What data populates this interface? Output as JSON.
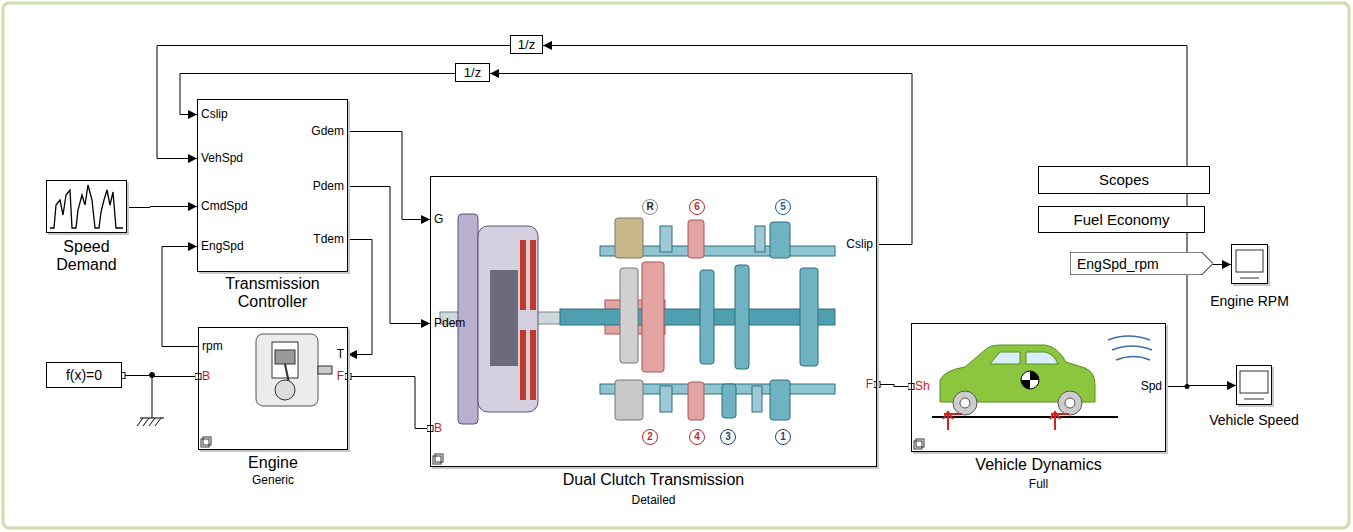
{
  "diagram": {
    "nodes": [
      {
        "text": [
          "1/z"
        ]
      },
      {
        "text": [
          "1/z"
        ]
      },
      {
        "text": [
          "Cslip",
          "VehSpd",
          "CmdSpd",
          "EngSpd",
          "Gdem",
          "Pdem",
          "Tdem",
          "Transmission Controller"
        ]
      },
      {
        "text": [
          "Speed Demand"
        ]
      },
      {
        "text": [
          "G",
          "Pdem",
          "B",
          "Cslip",
          "F",
          "Dual Clutch Transmission",
          "Detailed"
        ]
      },
      {
        "text": [
          "Scopes"
        ]
      },
      {
        "text": [
          "Fuel Economy"
        ]
      },
      {
        "text": [
          "EngSpd_rpm"
        ]
      },
      {
        "text": [
          "Engine RPM"
        ]
      },
      {
        "text": [
          "rpm",
          "T",
          "B",
          "F",
          "Engine",
          "Generic"
        ]
      },
      {
        "text": [
          "f(x)=0"
        ]
      },
      {
        "text": [
          "Sh",
          "Spd",
          "Vehicle Dynamics",
          "Full"
        ]
      },
      {
        "text": [
          "Vehicle Speed"
        ]
      }
    ],
    "edges": [
      {
        "from": 3,
        "to": 2,
        "arrow": "to"
      },
      {
        "from": 2,
        "to": 4,
        "arrow": "to"
      },
      {
        "from": 2,
        "to": 4,
        "arrow": "to"
      },
      {
        "from": 2,
        "to": 9,
        "arrow": "to"
      },
      {
        "from": 9,
        "to": 2,
        "arrow": "to"
      },
      {
        "from": 4,
        "to": 1,
        "arrow": "to"
      },
      {
        "from": 1,
        "to": 2,
        "arrow": "to"
      },
      {
        "from": 0,
        "to": 2,
        "arrow": "to"
      },
      {
        "from": 11,
        "to": 0,
        "arrow": "to"
      },
      {
        "from": 11,
        "to": 12,
        "arrow": "to"
      },
      {
        "from": 4,
        "to": 11,
        "arrow": "none"
      },
      {
        "from": 10,
        "to": 9,
        "arrow": "none"
      },
      {
        "from": 9,
        "to": 4,
        "arrow": "none"
      },
      {
        "from": 7,
        "to": 8,
        "arrow": "to"
      }
    ],
    "labels": [
      "R",
      "6",
      "5",
      "2",
      "4",
      "3",
      "1"
    ]
  }
}
